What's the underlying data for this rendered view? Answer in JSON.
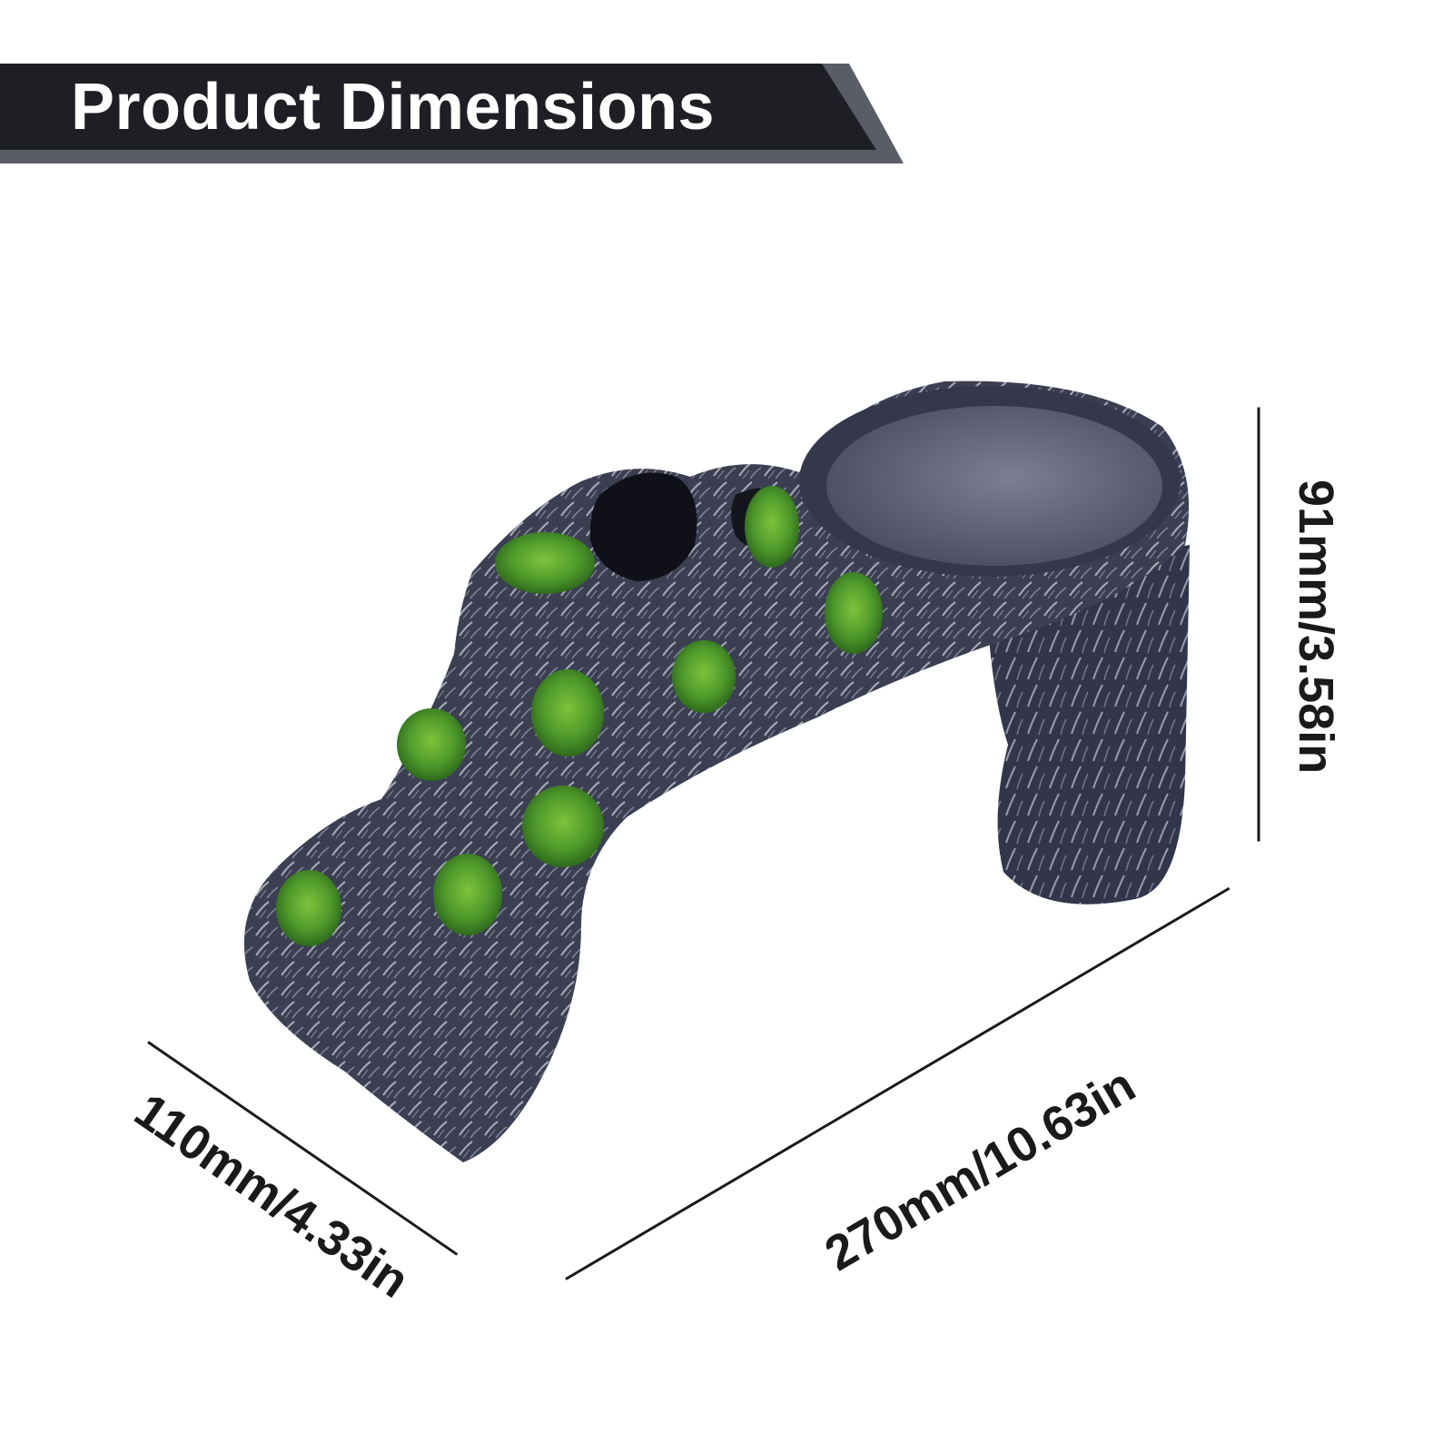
{
  "banner": {
    "title": "Product Dimensions",
    "background_color": "#1e1f24",
    "stripe_color": "#5a5d66"
  },
  "product": {
    "image_name": "reptile-basking-ramp-resin-log",
    "body_color": "#3c3f52",
    "highlight_color": "#c9ccd8",
    "moss_color": "#4f9a2c"
  },
  "dimensions": {
    "height_label": "91mm/3.58in",
    "length_label": "270mm/10.63in",
    "width_label": "110mm/4.33in"
  }
}
